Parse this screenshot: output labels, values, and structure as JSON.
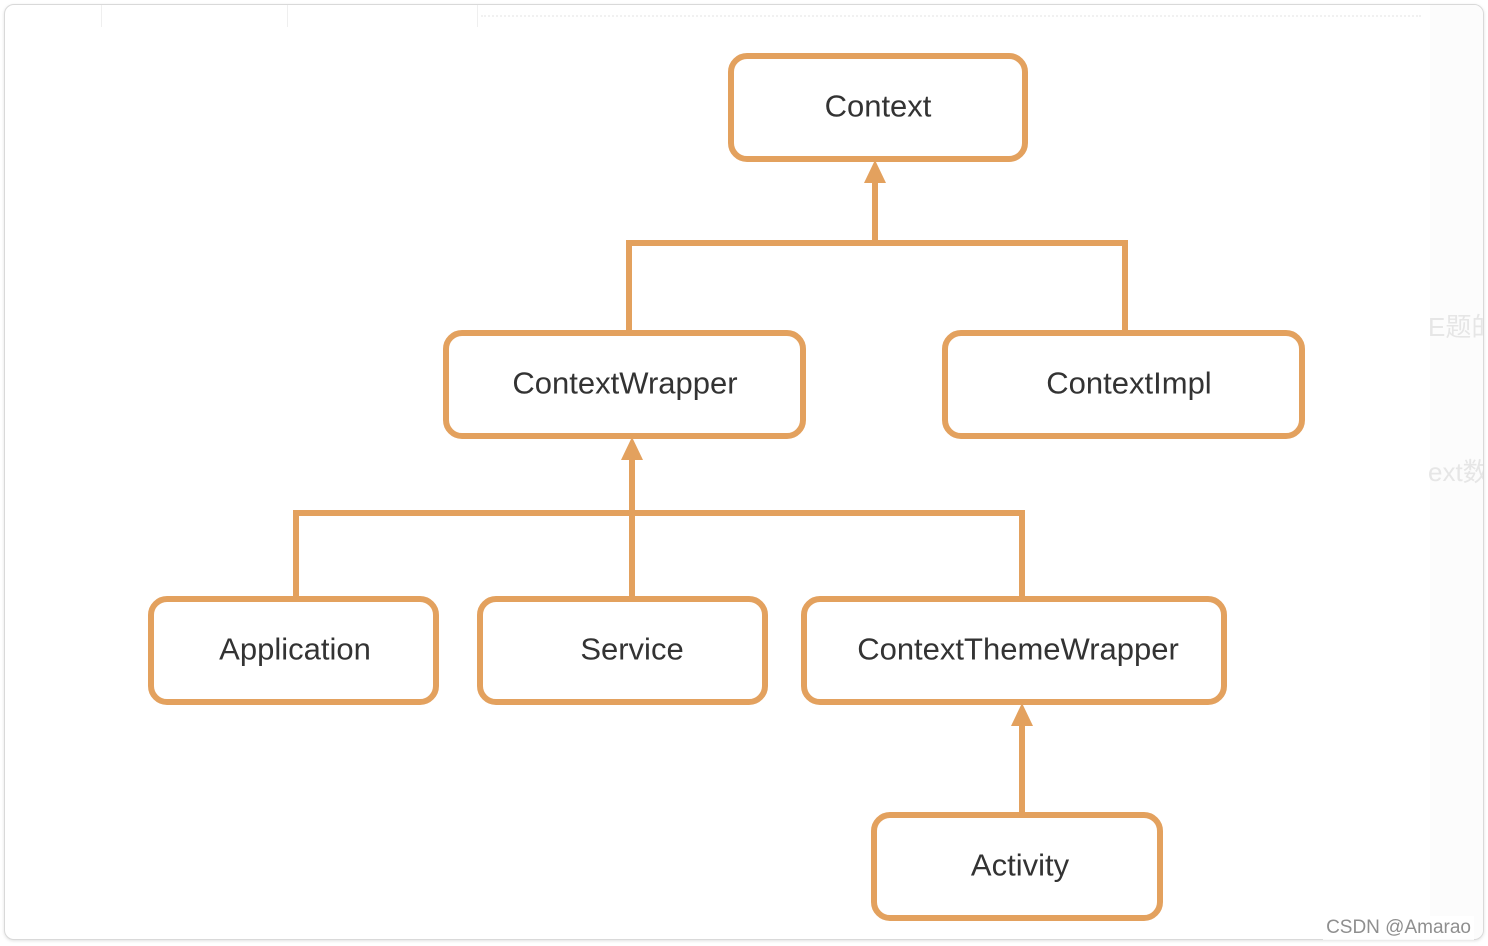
{
  "diagram": {
    "nodes": {
      "context": "Context",
      "context_wrapper": "ContextWrapper",
      "context_impl": "ContextImpl",
      "application": "Application",
      "service": "Service",
      "context_theme_wrapper": "ContextThemeWrapper",
      "activity": "Activity"
    },
    "edges": [
      {
        "from": "ContextWrapper",
        "to": "Context"
      },
      {
        "from": "ContextImpl",
        "to": "Context"
      },
      {
        "from": "Application",
        "to": "ContextWrapper"
      },
      {
        "from": "Service",
        "to": "ContextWrapper"
      },
      {
        "from": "ContextThemeWrapper",
        "to": "ContextWrapper"
      },
      {
        "from": "Activity",
        "to": "ContextThemeWrapper"
      }
    ],
    "colors": {
      "accent": "#e3a15e",
      "text": "#333333"
    }
  },
  "side_fragments": [
    "E题的",
    "ext数"
  ],
  "watermark": "CSDN @Amarao"
}
